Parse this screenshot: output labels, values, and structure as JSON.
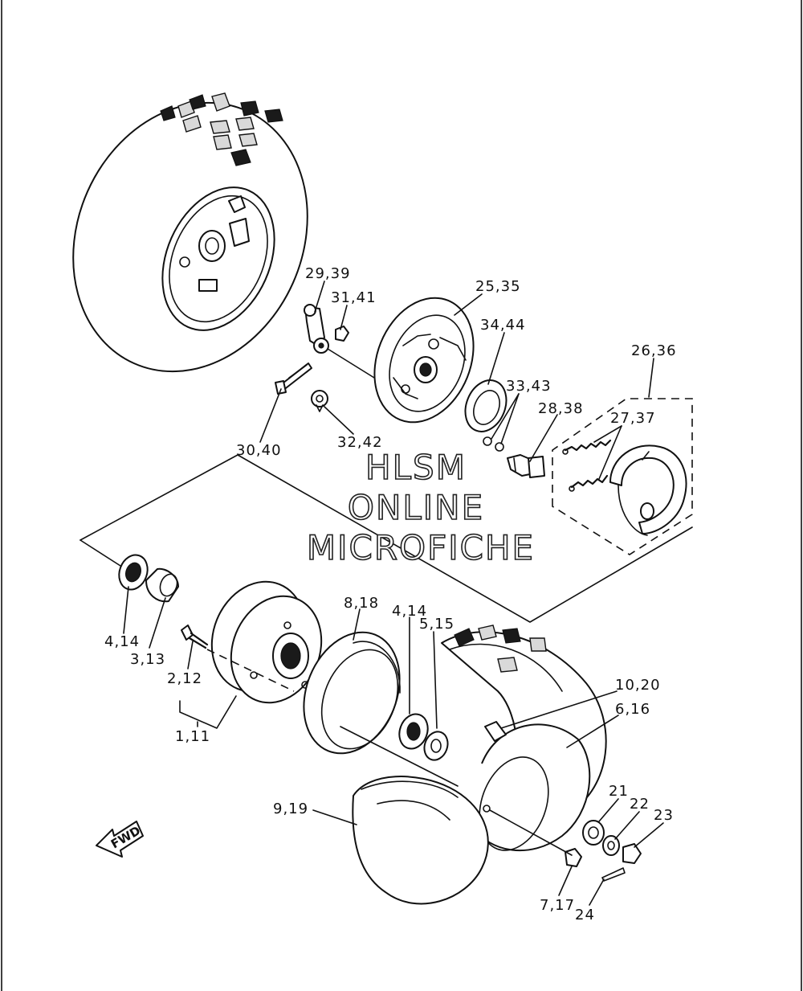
{
  "watermark": {
    "line1": "HLSM",
    "line2": "ONLINE",
    "line3": "MICROFICHE"
  },
  "direction_badge": "FWD",
  "callouts": [
    {
      "id": "c-29-39",
      "text": "29,39"
    },
    {
      "id": "c-31-41",
      "text": "31,41"
    },
    {
      "id": "c-25-35",
      "text": "25,35"
    },
    {
      "id": "c-34-44",
      "text": "34,44"
    },
    {
      "id": "c-26-36",
      "text": "26,36"
    },
    {
      "id": "c-33-43",
      "text": "33,43"
    },
    {
      "id": "c-28-38",
      "text": "28,38"
    },
    {
      "id": "c-27-37",
      "text": "27,37"
    },
    {
      "id": "c-30-40",
      "text": "30,40"
    },
    {
      "id": "c-32-42",
      "text": "32,42"
    },
    {
      "id": "c-4-14a",
      "text": "4,14"
    },
    {
      "id": "c-3-13",
      "text": "3,13"
    },
    {
      "id": "c-8-18",
      "text": "8,18"
    },
    {
      "id": "c-4-14b",
      "text": "4,14"
    },
    {
      "id": "c-5-15",
      "text": "5,15"
    },
    {
      "id": "c-2-12",
      "text": "2,12"
    },
    {
      "id": "c-1-11",
      "text": "1,11"
    },
    {
      "id": "c-10-20",
      "text": "10,20"
    },
    {
      "id": "c-6-16",
      "text": "6,16"
    },
    {
      "id": "c-9-19",
      "text": "9,19"
    },
    {
      "id": "c-21",
      "text": "21"
    },
    {
      "id": "c-22",
      "text": "22"
    },
    {
      "id": "c-23",
      "text": "23"
    },
    {
      "id": "c-7-17",
      "text": "7,17"
    },
    {
      "id": "c-24",
      "text": "24"
    }
  ]
}
